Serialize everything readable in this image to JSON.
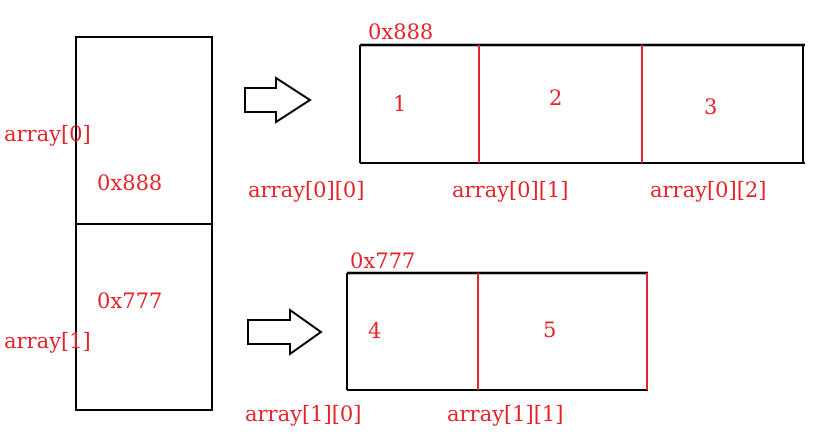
{
  "colors": {
    "text": "#e3242b",
    "outline": "#000000",
    "divider": "#e3242b"
  },
  "left_column": {
    "top_label": "array[0]",
    "top_value": "0x888",
    "bottom_value": "0x777",
    "bottom_label": "array[1]"
  },
  "arrows": [
    "arrow-right-icon",
    "arrow-right-icon"
  ],
  "row0": {
    "address": "0x888",
    "cells": [
      "1",
      "2",
      "3"
    ],
    "labels": [
      "array[0][0]",
      "array[0][1]",
      "array[0][2]"
    ]
  },
  "row1": {
    "address": "0x777",
    "cells": [
      "4",
      "5"
    ],
    "labels": [
      "array[1][0]",
      "array[1][1]"
    ]
  }
}
